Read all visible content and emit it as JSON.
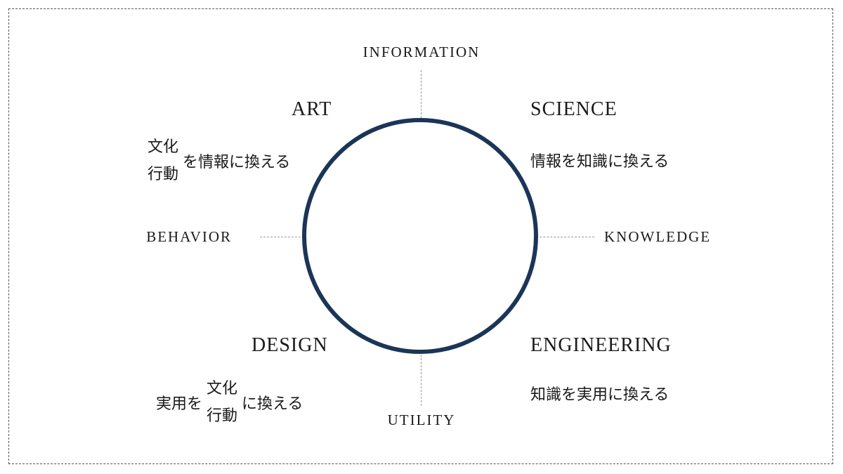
{
  "diagram": {
    "axes": {
      "top": "INFORMATION",
      "right": "KNOWLEDGE",
      "bottom": "UTILITY",
      "left": "BEHAVIOR"
    },
    "quadrants": {
      "art": {
        "label": "ART",
        "stack_top": "文化",
        "stack_bottom": "行動",
        "suffix": "を情報に換える"
      },
      "science": {
        "label": "SCIENCE",
        "desc": "情報を知識に換える"
      },
      "design": {
        "label": "DESIGN",
        "prefix": "実用を",
        "stack_top": "文化",
        "stack_bottom": "行動",
        "suffix": "に換える"
      },
      "engineering": {
        "label": "ENGINEERING",
        "desc": "知識を実用に換える"
      }
    },
    "colors": {
      "circle_stroke": "#1b3557",
      "axis_dashed": "#9a9a9a",
      "outer_border": "#555555",
      "text": "#1a1a1a",
      "background": "#ffffff"
    }
  }
}
